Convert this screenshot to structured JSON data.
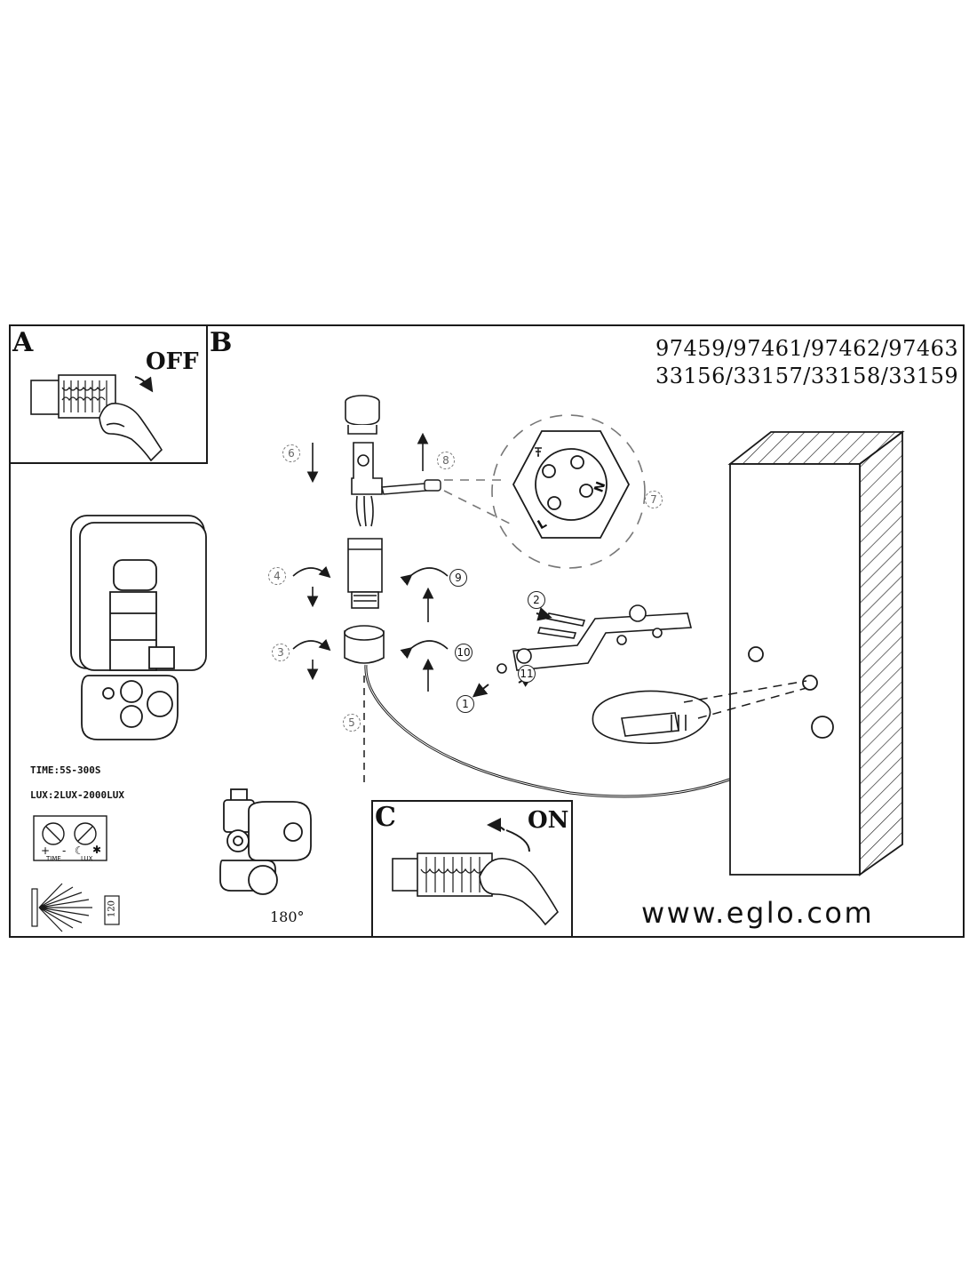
{
  "header": {
    "models_line1": "97459/97461/97462/97463",
    "models_line2": "33156/33157/33158/33159"
  },
  "panels": {
    "a_letter": "A",
    "b_letter": "B",
    "c_letter": "C",
    "a_switch_label": "OFF",
    "c_switch_label": "ON"
  },
  "sensor": {
    "time_label": "TIME:5S-300S",
    "lux_label": "LUX:2LUX-2000LUX",
    "dial_time_label": "TIME",
    "dial_lux_label": "LUX",
    "dial_plus": "+",
    "dial_minus": "-",
    "dial_moon": "☾",
    "dial_sun": "✱",
    "angle_value": "120",
    "rotation_label": "180°"
  },
  "wiring": {
    "terminal_l": "L",
    "terminal_n": "N"
  },
  "steps": [
    "1",
    "2",
    "3",
    "4",
    "5",
    "6",
    "7",
    "8",
    "9",
    "10",
    "11"
  ],
  "footer": {
    "website": "www.eglo.com"
  },
  "colors": {
    "line": "#1a1a1a",
    "dashed": "#777777",
    "background": "#ffffff"
  }
}
